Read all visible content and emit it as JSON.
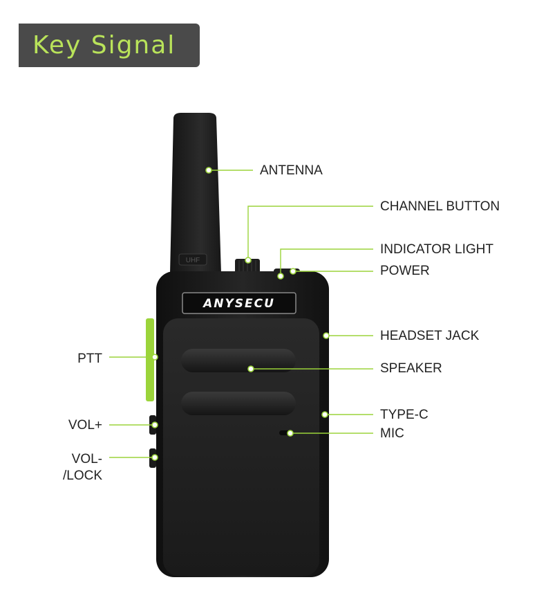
{
  "header": {
    "title": "Key Signal"
  },
  "device": {
    "brand": "ANYSECU",
    "band_mark": "UHF"
  },
  "colors": {
    "accent": "#9bd43a",
    "title_bg": "#4a4a4a",
    "title_text": "#b9e35a",
    "body": "#1c1c1c",
    "label": "#222222"
  },
  "labels": {
    "antenna": "ANTENNA",
    "channel_button": "CHANNEL BUTTON",
    "indicator_light": "INDICATOR LIGHT",
    "power": "POWER",
    "headset_jack": "HEADSET JACK",
    "speaker": "SPEAKER",
    "type_c": "TYPE-C",
    "mic": "MIC",
    "ptt": "PTT",
    "vol_up": "VOL+",
    "vol_down_1": "VOL-",
    "vol_down_2": "/LOCK"
  }
}
